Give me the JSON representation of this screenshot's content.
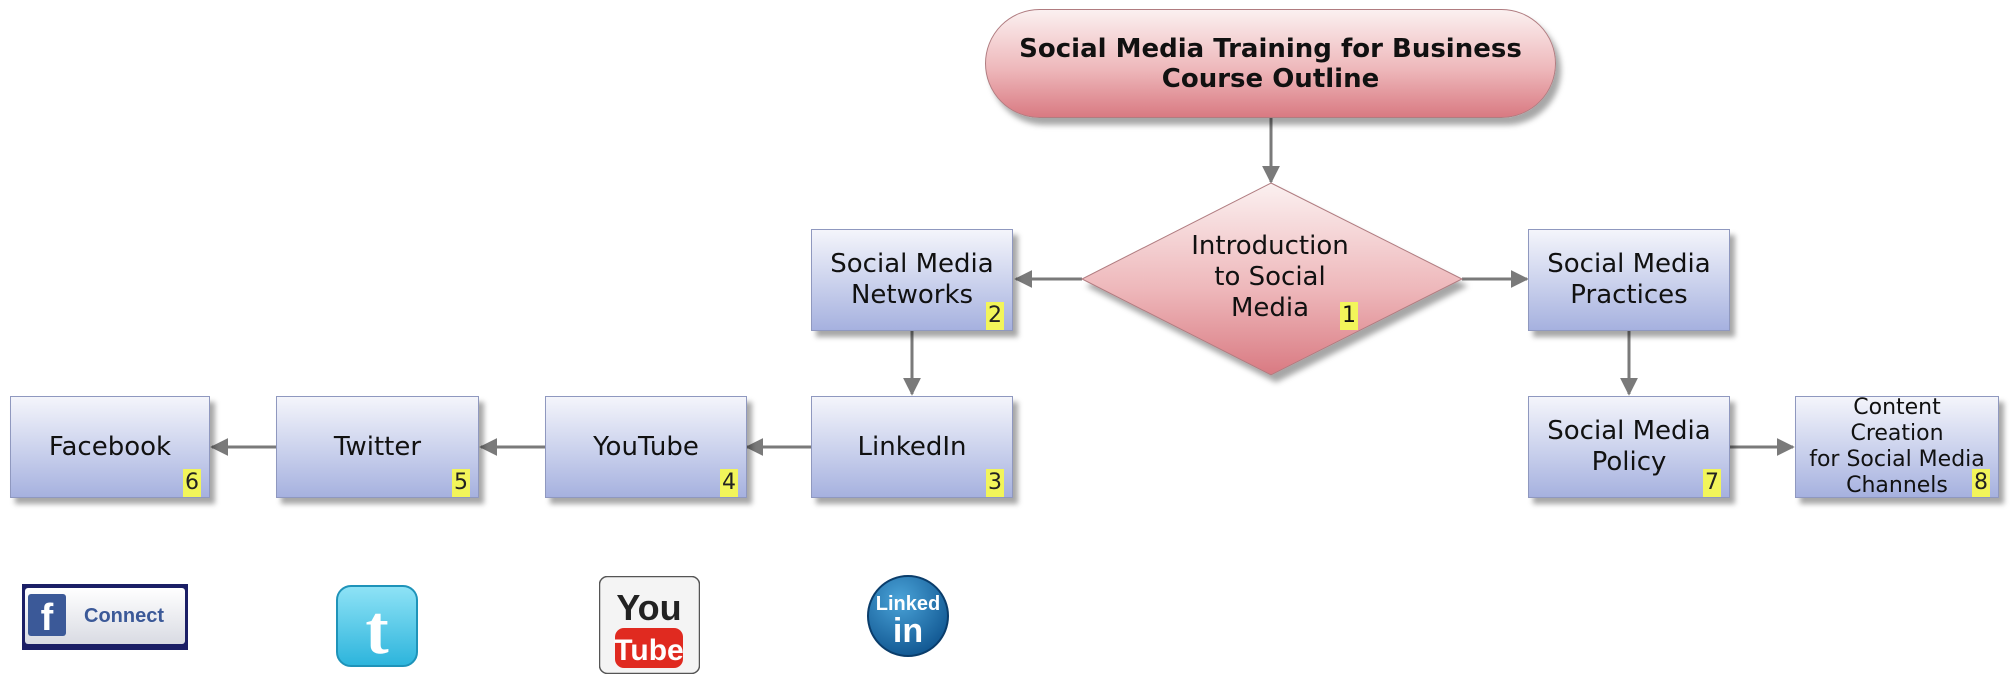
{
  "title": {
    "line1": "Social Media Training for Business",
    "line2": "Course Outline"
  },
  "nodes": {
    "intro": {
      "line1": "Introduction",
      "line2": "to Social",
      "line3": "Media",
      "number": "1"
    },
    "networks": {
      "line1": "Social Media",
      "line2": "Networks",
      "number": "2"
    },
    "linkedin": {
      "label": "LinkedIn",
      "number": "3"
    },
    "youtube": {
      "label": "YouTube",
      "number": "4"
    },
    "twitter": {
      "label": "Twitter",
      "number": "5"
    },
    "facebook": {
      "label": "Facebook",
      "number": "6"
    },
    "practices": {
      "line1": "Social Media",
      "line2": "Practices"
    },
    "policy": {
      "line1": "Social Media",
      "line2": "Policy",
      "number": "7"
    },
    "content": {
      "line1": "Content Creation",
      "line2": "for Social Media",
      "line3": "Channels",
      "number": "8"
    }
  },
  "logos": {
    "facebook": {
      "text": "Connect",
      "letter": "f"
    },
    "twitter": {
      "letter": "t"
    },
    "youtube": {
      "top": "You",
      "bottom": "Tube"
    },
    "linkedin": {
      "top": "Linked",
      "bottom": "in"
    }
  },
  "colors": {
    "box_fill": "#c9d0ec",
    "terminal_fill": "#eeb8bb",
    "badge_fill": "#f2f55a",
    "connector": "#7a7a7a"
  }
}
